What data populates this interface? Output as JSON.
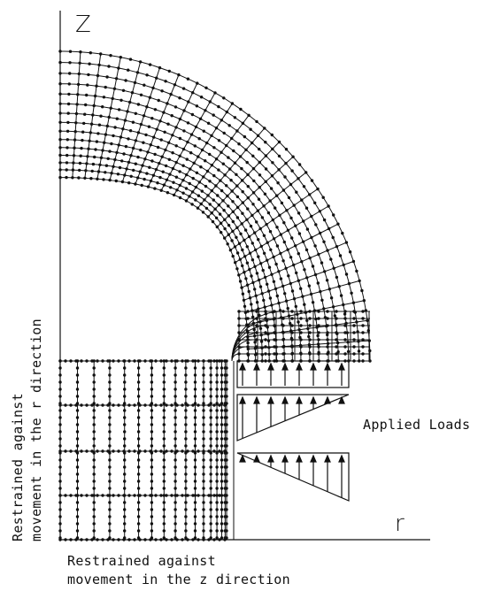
{
  "axes": {
    "z_label": "Z",
    "r_label": "r"
  },
  "annotations": {
    "applied_loads": "Applied Loads",
    "restraint_z_line1": "Restrained against",
    "restraint_z_line2": "movement in the z direction",
    "restraint_r_line1": "Restrained against",
    "restraint_r_line2": "movement in the r direction"
  },
  "colors": {
    "ink": "#111111",
    "background": "#ffffff"
  }
}
